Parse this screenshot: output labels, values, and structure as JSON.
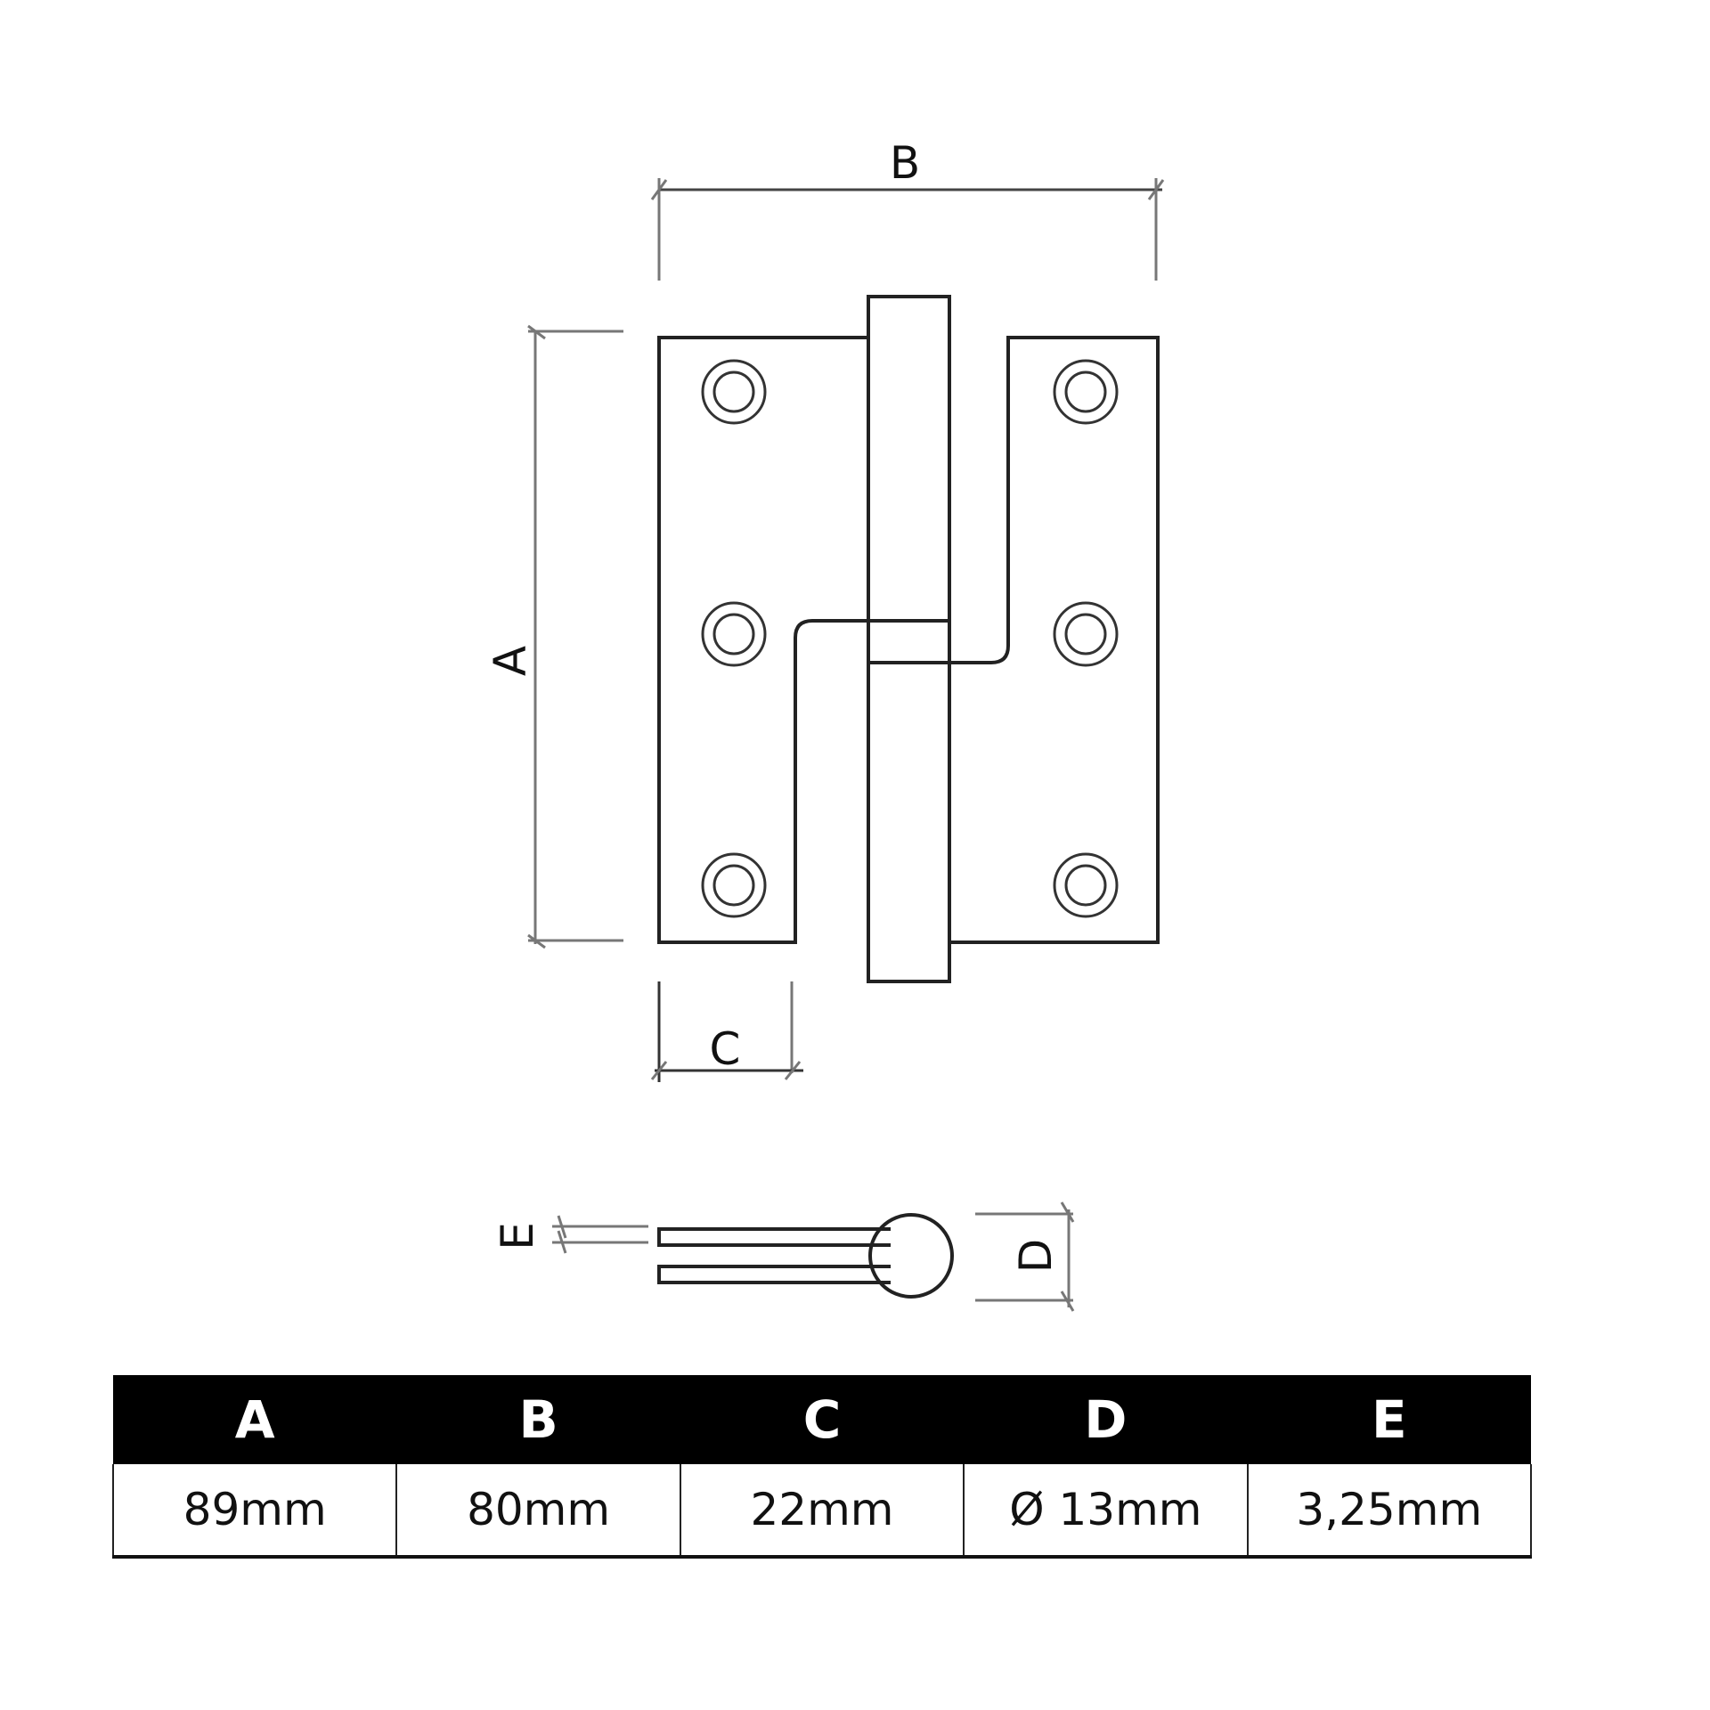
{
  "drawing": {
    "labels": {
      "A": "A",
      "B": "B",
      "C": "C",
      "D": "D",
      "E": "E"
    }
  },
  "table": {
    "headers": [
      "A",
      "B",
      "C",
      "D",
      "E"
    ],
    "values": [
      "89mm",
      "80mm",
      "22mm",
      "Ø 13mm",
      "3,25mm"
    ]
  },
  "colors": {
    "line": "#222222",
    "dim_line": "#888888",
    "header_bg": "#000000",
    "header_text": "#ffffff"
  }
}
